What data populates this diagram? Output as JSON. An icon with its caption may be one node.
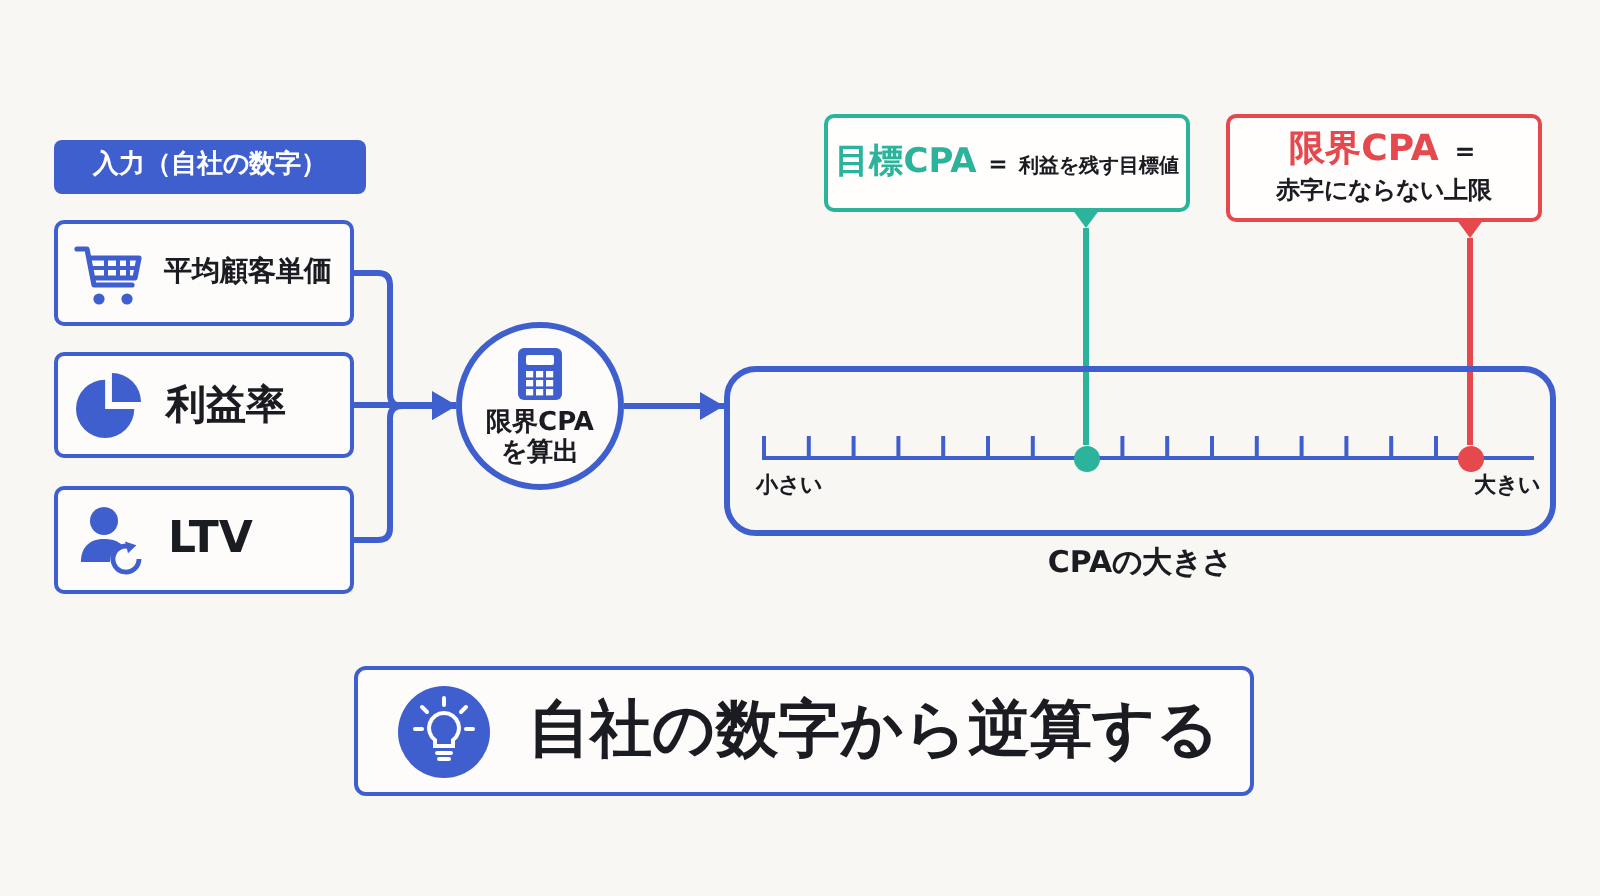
{
  "diagram": {
    "nodes": [
      {
        "text": [
          "入力（自社の数字）"
        ]
      },
      {
        "text": [
          "平均顧客単価"
        ]
      },
      {
        "text": [
          "利益率"
        ]
      },
      {
        "text": [
          "LTV"
        ]
      },
      {
        "text": [
          "限界CPAを算出"
        ]
      },
      {
        "text": [
          "目標CPA",
          "＝",
          "利益を残す目標値"
        ]
      },
      {
        "text": [
          "限界CPA",
          "＝",
          "赤字にならない上限"
        ]
      },
      {
        "text": [
          "小さい",
          "大きい"
        ],
        "beside": [
          "CPAの大きさ"
        ]
      },
      {
        "text": [],
        "shape": "circle",
        "in": 7
      },
      {
        "text": [],
        "shape": "circle",
        "in": 7
      },
      {
        "text": [
          "自社の数字から逆算する"
        ]
      }
    ],
    "edges": [
      {
        "from": 1,
        "to": 4,
        "arrow": "to"
      },
      {
        "from": 2,
        "to": 4,
        "arrow": "to"
      },
      {
        "from": 3,
        "to": 4,
        "arrow": "to"
      },
      {
        "from": 4,
        "to": 7,
        "arrow": "to"
      },
      {
        "from": 5,
        "to": 8,
        "arrow": "none",
        "color": "#2bb39b"
      },
      {
        "from": 6,
        "to": 9,
        "arrow": "none",
        "color": "#e5484d"
      }
    ]
  }
}
